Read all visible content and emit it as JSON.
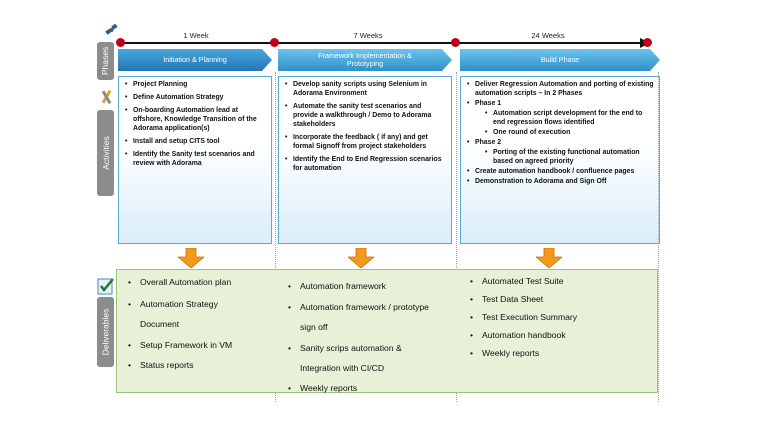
{
  "side_labels": {
    "phases": "Phases",
    "activities": "Activities",
    "deliverables": "Deliverables"
  },
  "timeline": [
    "1 Week",
    "7 Weeks",
    "24 Weeks"
  ],
  "phases": [
    "Initiation & Planning",
    "Framework Implementation & Prototyping",
    "Build Phase"
  ],
  "activities": {
    "col1": [
      "Project Planning",
      "Define Automation Strategy",
      "On-boarding Automation lead at offshore, Knowledge Transition of the Adorama application(s)",
      "Install and setup CITS tool",
      "Identify the Sanity test scenarios and review with Adorama"
    ],
    "col2": [
      "Develop sanity scripts using Selenium in Adorama Environment",
      "Automate the sanity test scenarios and provide a walkthrough / Demo to Adorama stakeholders",
      "Incorporate the feedback ( if any) and get formal Signoff from project stakeholders",
      "Identify the End to End Regression scenarios for automation"
    ],
    "col3": [
      "Deliver Regression Automation and porting of existing automation scripts – In 2 Phases",
      "Phase 1",
      "Automation script development for the end to end regression flows identified",
      "One round of execution",
      "Phase 2",
      "Porting of the existing functional automation based on agreed priority",
      "Create automation handbook / confluence pages",
      "Demonstration to Adorama and Sign Off"
    ]
  },
  "deliverables": {
    "col1": [
      "Overall Automation plan",
      "Automation Strategy Document",
      "Setup Framework in VM",
      "Status reports"
    ],
    "col2": [
      "Automation framework",
      "Automation framework / prototype sign off",
      "Sanity scrips automation & Integration with CI/CD",
      "Weekly reports"
    ],
    "col3": [
      "Automated Test Suite",
      "Test Data Sheet",
      "Test Execution Summary",
      "Automation handbook",
      "Weekly reports"
    ]
  },
  "colors": {
    "accent_blue": "#2f8fc8",
    "timeline_dot": "#c0001a",
    "arrow_orange": "#f39a1e",
    "deliverable_bg": "#e6f1d8",
    "side_tab": "#8c8c8c"
  },
  "icons": [
    "satellite-icon",
    "tools-icon",
    "checklist-icon"
  ]
}
